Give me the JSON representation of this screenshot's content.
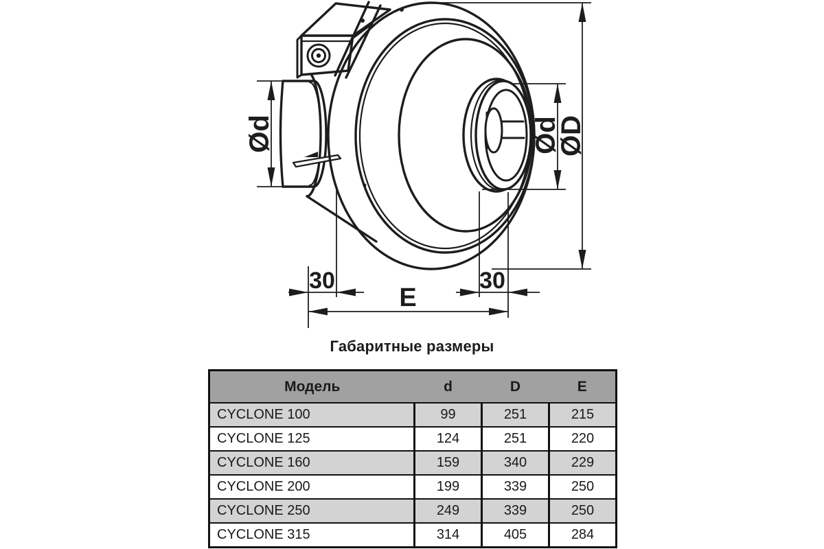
{
  "drawing": {
    "dim_inlet_diameter": "Ød",
    "dim_outlet_diameter": "Ød",
    "dim_outer_diameter": "ØD",
    "dim_left_spigot": "30",
    "dim_right_spigot": "30",
    "dim_length": "E"
  },
  "section_title": "Габаритные размеры",
  "table": {
    "headers": [
      "Модель",
      "d",
      "D",
      "E"
    ],
    "rows": [
      {
        "model": "CYCLONE 100",
        "d": "99",
        "D": "251",
        "E": "215"
      },
      {
        "model": "CYCLONE 125",
        "d": "124",
        "D": "251",
        "E": "220"
      },
      {
        "model": "CYCLONE 160",
        "d": "159",
        "D": "340",
        "E": "229"
      },
      {
        "model": "CYCLONE 200",
        "d": "199",
        "D": "339",
        "E": "250"
      },
      {
        "model": "CYCLONE 250",
        "d": "249",
        "D": "339",
        "E": "250"
      },
      {
        "model": "CYCLONE 315",
        "d": "314",
        "D": "405",
        "E": "284"
      }
    ],
    "colors": {
      "header_bg": "#a1a1a1",
      "stripe_bg": "#d3d3d3",
      "row_bg": "#ffffff",
      "line": "#1d1d1d"
    }
  }
}
